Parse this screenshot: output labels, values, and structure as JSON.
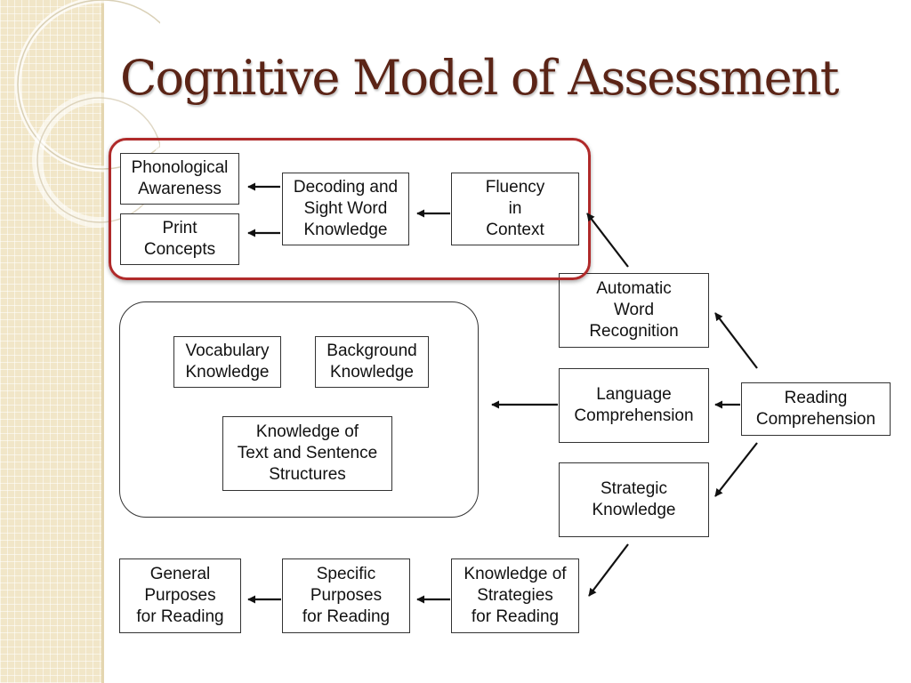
{
  "title": "Cognitive Model of Assessment",
  "colors": {
    "title": "#5b2416",
    "highlight": "#b02a2a",
    "sidebar": "#f1e6c8"
  },
  "diagram": {
    "nodes": {
      "phonological_awareness": "Phonological\nAwareness",
      "print_concepts": "Print\nConcepts",
      "decoding_sight_word": "Decoding and\nSight Word\nKnowledge",
      "fluency_in_context": "Fluency\nin\nContext",
      "automatic_word_recognition": "Automatic\nWord\nRecognition",
      "vocabulary_knowledge": "Vocabulary\nKnowledge",
      "background_knowledge": "Background\nKnowledge",
      "text_sentence_structures": "Knowledge of\nText and Sentence\nStructures",
      "language_comprehension": "Language\nComprehension",
      "reading_comprehension": "Reading\nComprehension",
      "strategic_knowledge": "Strategic\nKnowledge",
      "general_purposes": "General\nPurposes\nfor Reading",
      "specific_purposes": "Specific\nPurposes\nfor Reading",
      "knowledge_of_strategies": "Knowledge of\nStrategies\nfor Reading"
    },
    "edges": [
      [
        "reading_comprehension",
        "automatic_word_recognition"
      ],
      [
        "reading_comprehension",
        "language_comprehension"
      ],
      [
        "reading_comprehension",
        "strategic_knowledge"
      ],
      [
        "automatic_word_recognition",
        "fluency_in_context"
      ],
      [
        "fluency_in_context",
        "decoding_sight_word"
      ],
      [
        "decoding_sight_word",
        "phonological_awareness"
      ],
      [
        "decoding_sight_word",
        "print_concepts"
      ],
      [
        "language_comprehension",
        "language_knowledge_group"
      ],
      [
        "strategic_knowledge",
        "knowledge_of_strategies"
      ],
      [
        "knowledge_of_strategies",
        "specific_purposes"
      ],
      [
        "specific_purposes",
        "general_purposes"
      ]
    ]
  }
}
